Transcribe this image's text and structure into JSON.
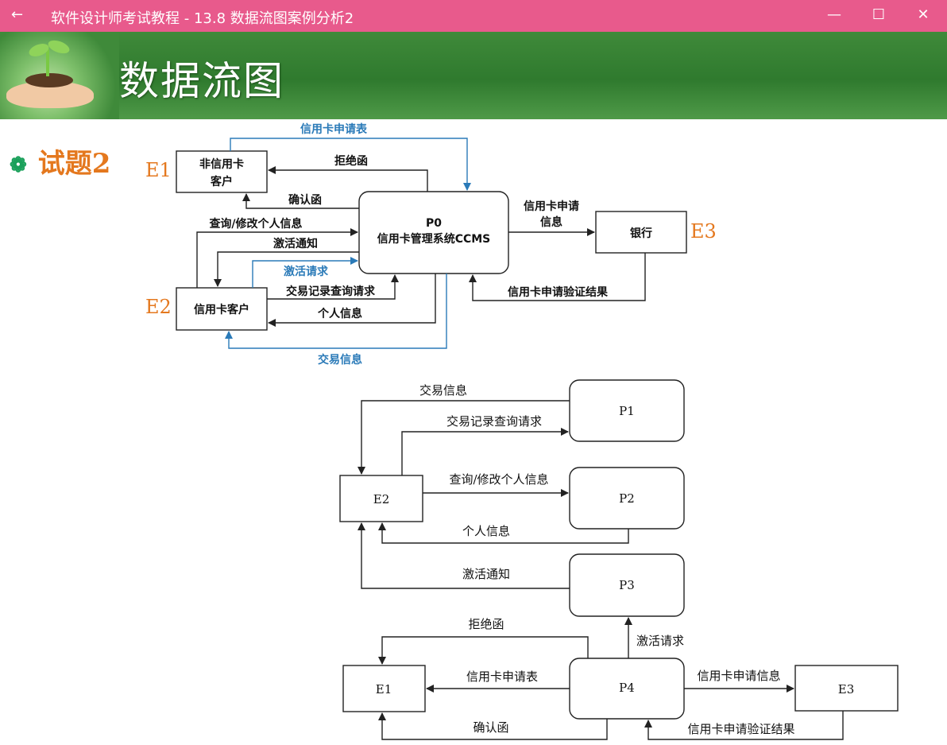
{
  "window": {
    "title": "软件设计师考试教程 - 13.8  数据流图案例分析2",
    "back_icon": "←",
    "minimize_icon": "—",
    "maximize_icon": "☐",
    "close_icon": "✕"
  },
  "banner": {
    "title": "数据流图"
  },
  "question": {
    "label": "试题2"
  },
  "top_diagram": {
    "external_labels": {
      "e1": "E1",
      "e2": "E2",
      "e3": "E3"
    },
    "entities": {
      "non_card_customer_line1": "非信用卡",
      "non_card_customer_line2": "客户",
      "card_customer": "信用卡客户",
      "bank": "银行"
    },
    "process": {
      "id": "P0",
      "name": "信用卡管理系统CCMS"
    },
    "flows": {
      "application_form": "信用卡申请表",
      "rejection": "拒绝函",
      "confirmation": "确认函",
      "query_modify": "查询/修改个人信息",
      "activation_notice": "激活通知",
      "activation_request": "激活请求",
      "transaction_query": "交易记录查询请求",
      "personal_info": "个人信息",
      "transaction_info": "交易信息",
      "application_info_line1": "信用卡申请",
      "application_info_line2": "信息",
      "verification_result": "信用卡申请验证结果"
    }
  },
  "bottom_diagram": {
    "nodes": {
      "p1": "P1",
      "p2": "P2",
      "p3": "P3",
      "p4": "P4",
      "e1": "E1",
      "e2": "E2",
      "e3": "E3"
    },
    "flows": {
      "transaction_info": "交易信息",
      "transaction_query": "交易记录查询请求",
      "query_modify": "查询/修改个人信息",
      "personal_info": "个人信息",
      "activation_notice": "激活通知",
      "rejection": "拒绝函",
      "activation_request": "激活请求",
      "application_form": "信用卡申请表",
      "application_info": "信用卡申请信息",
      "confirmation": "确认函",
      "verification_result": "信用卡申请验证结果"
    }
  }
}
